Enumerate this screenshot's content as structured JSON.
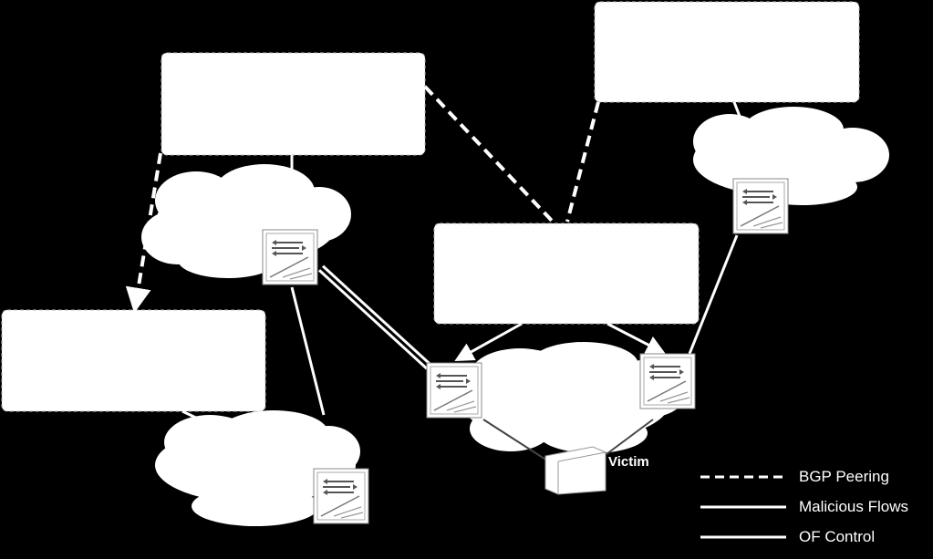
{
  "victim_label": "Victim",
  "legend": {
    "bgp": "BGP Peering",
    "malicious": "Malicious Flows",
    "of_control": "OF Control"
  },
  "colors": {
    "background": "#000000",
    "foreground": "#ffffff"
  },
  "icons": {
    "switch": "openflow-switch-icon",
    "cloud": "network-cloud-icon",
    "server": "victim-server-icon"
  }
}
